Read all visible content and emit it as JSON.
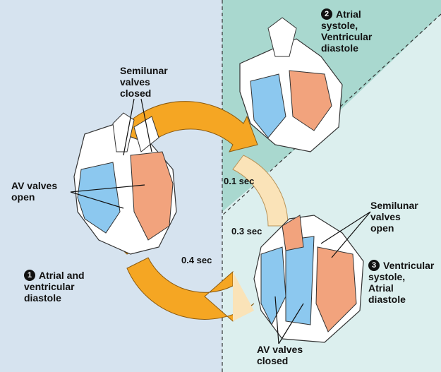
{
  "colors": {
    "left_panel": "#d6e3ef",
    "right_panel": "#dcefee",
    "triangle": "#a9d8cf",
    "atria": "#8cc8ef",
    "ventricle_left": "#f2a37d",
    "arrow_orange": "#f5a623",
    "arrow_light": "#fae3b8"
  },
  "phases": [
    {
      "number": "1",
      "label": "Atrial and\nventricular\ndiastole"
    },
    {
      "number": "2",
      "label": "Atrial\nsystole,\nVentricular\ndiastole"
    },
    {
      "number": "3",
      "label": "Ventricular\nsystole,\nAtrial\ndiastole"
    }
  ],
  "timings": [
    "0.1 sec",
    "0.3 sec",
    "0.4 sec"
  ],
  "annotations": {
    "semilunar_closed": "Semilunar\nvalves\nclosed",
    "av_open": "AV valves\nopen",
    "semilunar_open": "Semilunar\nvalves\nopen",
    "av_closed": "AV valves\nclosed"
  }
}
